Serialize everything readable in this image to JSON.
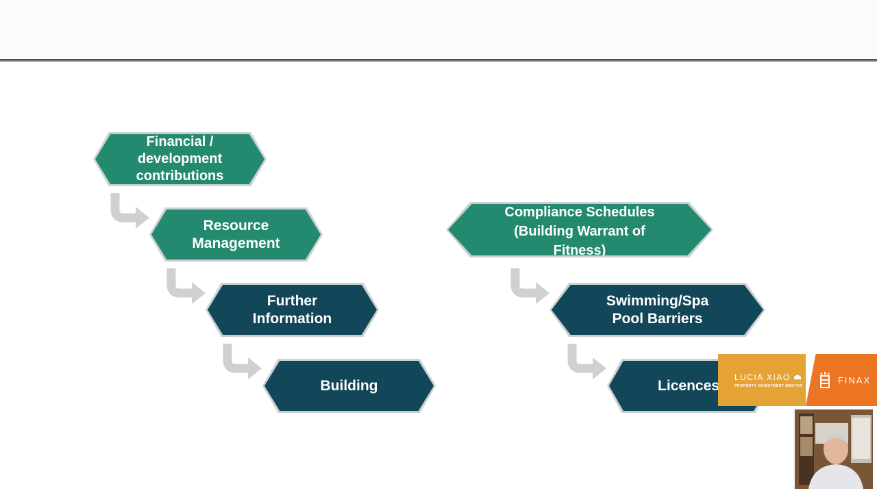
{
  "diagram": {
    "nodes": [
      {
        "id": "financial",
        "label": "Financial /\ndevelopment\ncontributions",
        "color": "green"
      },
      {
        "id": "resource",
        "label": "Resource\nManagement",
        "color": "green"
      },
      {
        "id": "further",
        "label": "Further\nInformation",
        "color": "navy"
      },
      {
        "id": "building",
        "label": "Building",
        "color": "navy"
      },
      {
        "id": "compliance",
        "label": "Compliance Schedules\n(Building Warrant of\nFitness)",
        "color": "green"
      },
      {
        "id": "swimming",
        "label": "Swimming/Spa\nPool Barriers",
        "color": "navy"
      },
      {
        "id": "licences",
        "label": "Licences",
        "color": "navy"
      }
    ],
    "colors": {
      "green": "#23896f",
      "navy": "#124659",
      "arrow": "#d0d0d0"
    }
  },
  "overlay": {
    "brand_name": "LUCIA XIAO",
    "brand_tagline": "PROPERTY INVESTMENT MENTOR",
    "partner_name": "FINAX",
    "partner_icon": "finax-logo-icon",
    "colors": {
      "left": "#e6a335",
      "right": "#ec7524"
    }
  }
}
